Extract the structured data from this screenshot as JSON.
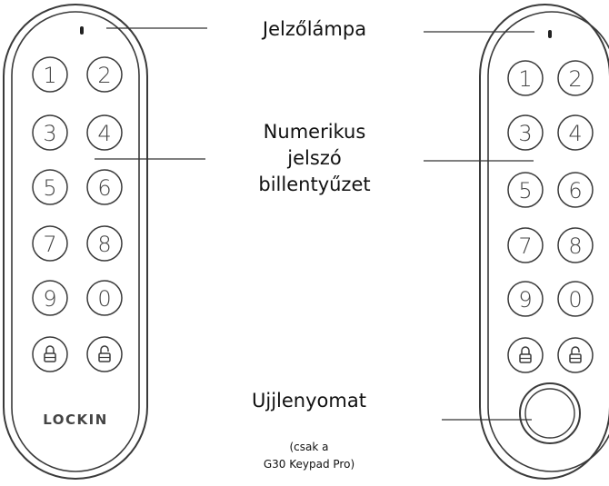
{
  "diagram": {
    "labels": {
      "indicator": "Jelzőlámpa",
      "keypad": [
        "Numerikus",
        "jelszó",
        "billentyűzet"
      ],
      "fingerprint": "Ujjlenyomat",
      "note": [
        "(csak a",
        "G30 Keypad Pro)"
      ]
    },
    "devices": {
      "left": {
        "brand": "LOCKIN",
        "keys": [
          "1",
          "2",
          "3",
          "4",
          "5",
          "6",
          "7",
          "8",
          "9",
          "0"
        ],
        "lock_keys": [
          "lock-icon",
          "unlock-icon"
        ]
      },
      "right": {
        "keys": [
          "1",
          "2",
          "3",
          "4",
          "5",
          "6",
          "7",
          "8",
          "9",
          "0"
        ],
        "lock_keys": [
          "lock-icon",
          "unlock-icon"
        ],
        "fingerprint_sensor": "fingerprint-sensor"
      }
    },
    "colors": {
      "outline": "#3a3a3a",
      "leader_line": "#333333",
      "key_text": "#444444"
    }
  }
}
